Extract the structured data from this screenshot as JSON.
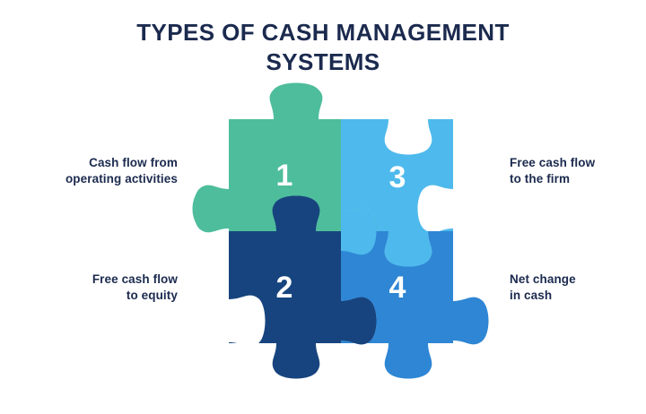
{
  "page": {
    "title_line1": "TYPES OF CASH MANAGEMENT",
    "title_line2": "SYSTEMS",
    "background_color": "#FFFFFF",
    "title_color": "#1B2A4E"
  },
  "diagram": {
    "type": "four-piece-jigsaw-puzzle",
    "number_color": "#FFFFFF",
    "pieces": [
      {
        "id": "piece-1",
        "number": "1",
        "color": "#4EBD9C",
        "position": "top-left",
        "label": "Cash flow from operating activities",
        "label_line1": "Cash flow from",
        "label_line2": "operating activities",
        "label_side": "left"
      },
      {
        "id": "piece-3",
        "number": "3",
        "color": "#4EB9EC",
        "position": "top-right",
        "label": "Free cash flow to the firm",
        "label_line1": "Free cash flow",
        "label_line2": "to the firm",
        "label_side": "right"
      },
      {
        "id": "piece-2",
        "number": "2",
        "color": "#17447E",
        "position": "bottom-left",
        "label": "Free cash flow to equity",
        "label_line1": "Free cash flow",
        "label_line2": "to equity",
        "label_side": "left"
      },
      {
        "id": "piece-4",
        "number": "4",
        "color": "#2E86D4",
        "position": "bottom-right",
        "label": "Net change in cash",
        "label_line1": "Net change",
        "label_line2": "in cash",
        "label_side": "right"
      }
    ]
  }
}
